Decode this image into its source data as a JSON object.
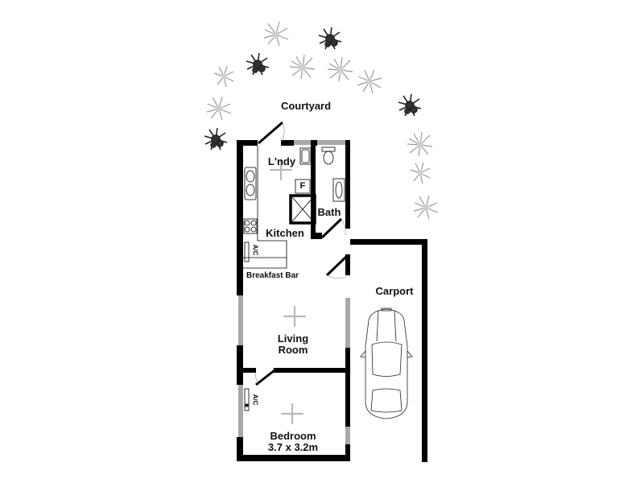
{
  "plan": {
    "labels": {
      "courtyard": "Courtyard",
      "laundry": "L'ndy",
      "kitchen": "Kitchen",
      "bath": "Bath",
      "breakfast_bar": "Breakfast Bar",
      "carport": "Carport",
      "living_line1": "Living",
      "living_line2": "Room",
      "bedroom": "Bedroom",
      "bedroom_size": "3.7 x 3.2m",
      "fridge": "F",
      "ac_kitchen": "A/C",
      "ac_bedroom": "A/C"
    },
    "colors": {
      "wall": "#000000",
      "window": "#a8a8a8",
      "plant_dark": "#333333",
      "plant_light": "#9a9a9a",
      "fan": "#b8b8b8"
    }
  }
}
